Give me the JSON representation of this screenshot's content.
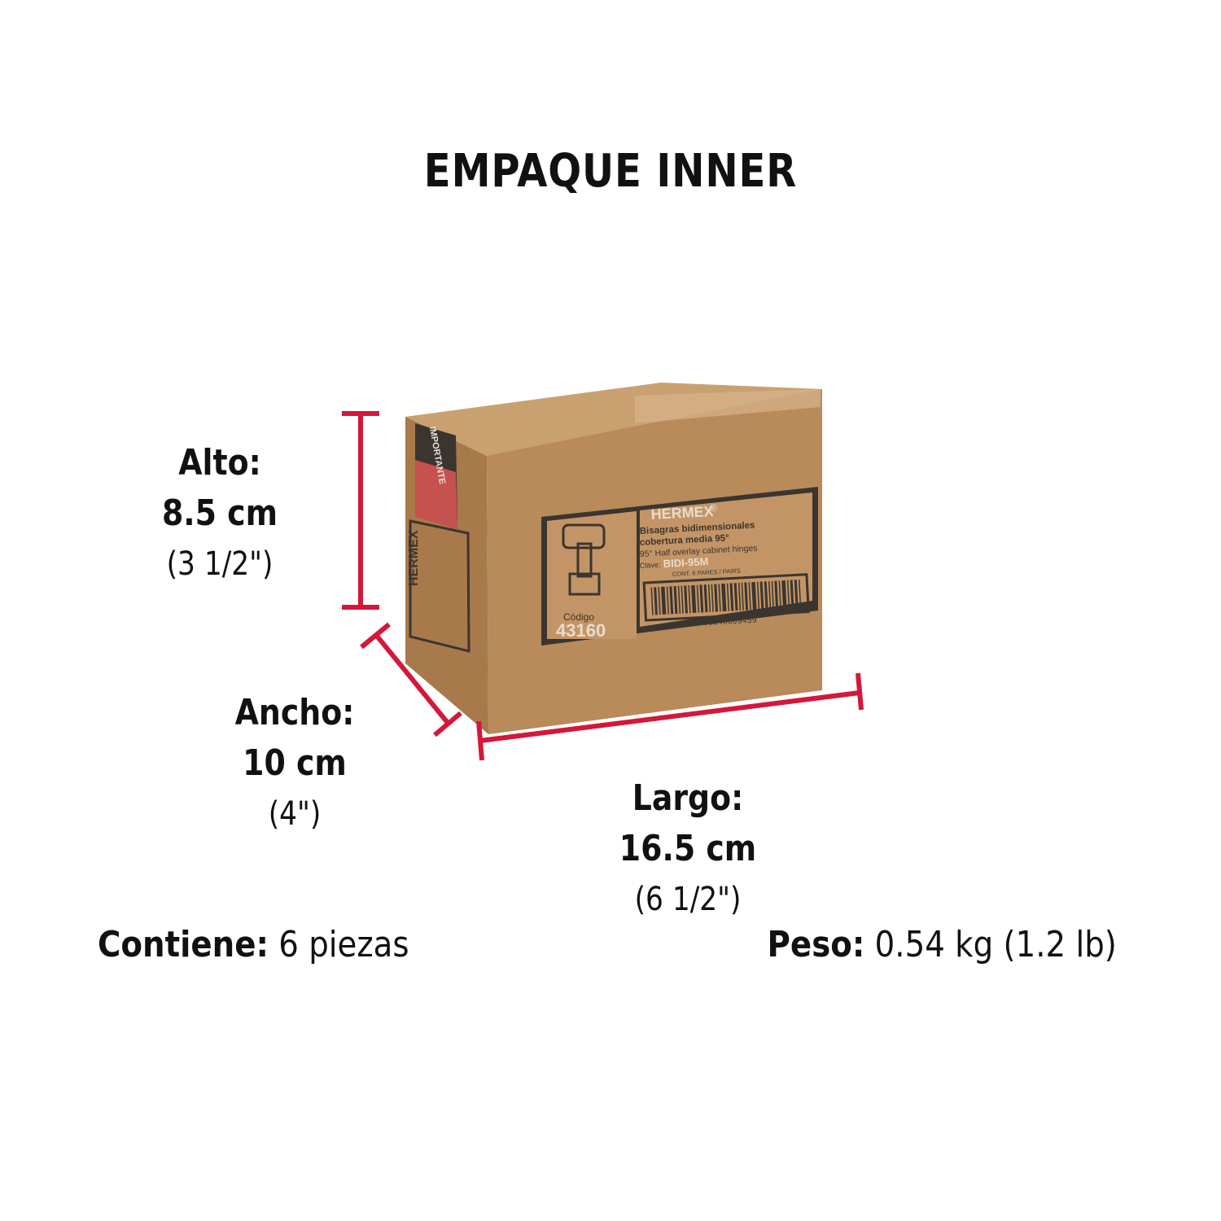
{
  "title": "EMPAQUE INNER",
  "dimensions": {
    "alto": {
      "label": "Alto:",
      "metric": "8.5 cm",
      "imperial": "(3 1/2\")"
    },
    "ancho": {
      "label": "Ancho:",
      "metric": "10 cm",
      "imperial": "(4\")"
    },
    "largo": {
      "label": "Largo:",
      "metric": "16.5 cm",
      "imperial": "(6 1/2\")"
    }
  },
  "contents": {
    "label": "Contiene:",
    "value": "6 piezas"
  },
  "weight": {
    "label": "Peso:",
    "value": "0.54 kg (1.2 lb)"
  },
  "box_label": {
    "brand": "HERMEX",
    "registered": "®",
    "line1": "Bisagras bidimensionales",
    "line2": "cobertura media 95°",
    "line3": "95° Half overlay cabinet hinges",
    "clave_label": "Clave:",
    "clave": "BIDI-95M",
    "cont": "CONT.  6 PARES / PAIRS",
    "codigo_label": "Código",
    "codigo": "43160",
    "barcode_number": "17506240609459",
    "side_brand": "HERMEX",
    "sticker_text": "IMPORTANTE"
  },
  "colors": {
    "accent": "#d3183a",
    "cardboard": "#b88a5c",
    "label_dark": "#3b3530"
  }
}
